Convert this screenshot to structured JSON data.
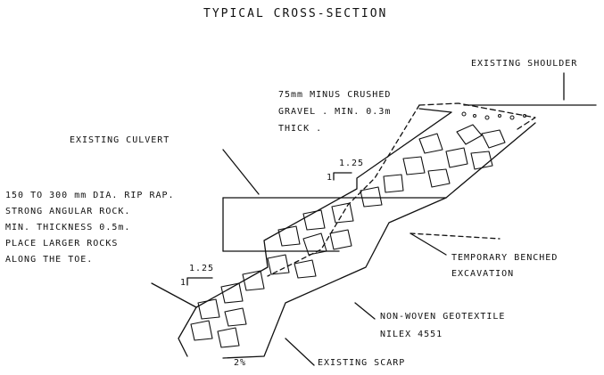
{
  "title": "TYPICAL CROSS-SECTION",
  "labels": {
    "existing_shoulder": "EXISTING SHOULDER",
    "gravel": [
      "75mm MINUS CRUSHED",
      "GRAVEL . MIN. 0.3m",
      "THICK ."
    ],
    "existing_culvert": "EXISTING CULVERT",
    "riprap": [
      "150 TO 300 mm DIA. RIP RAP.",
      "STRONG ANGULAR ROCK.",
      "MIN. THICKNESS 0.5m.",
      "PLACE LARGER ROCKS",
      "ALONG THE TOE."
    ],
    "temporary_excavation": [
      "TEMPORARY BENCHED",
      "EXCAVATION"
    ],
    "geotextile": [
      "NON-WOVEN GEOTEXTILE",
      "NILEX 4551"
    ],
    "existing_scarp": "EXISTING SCARP",
    "slope_upper": "1.25",
    "slope_upper_unit": "1",
    "slope_lower": "1.25",
    "slope_lower_unit": "1",
    "grade": "2%"
  },
  "colors": {
    "ink": "#111111",
    "paper": "#ffffff"
  }
}
